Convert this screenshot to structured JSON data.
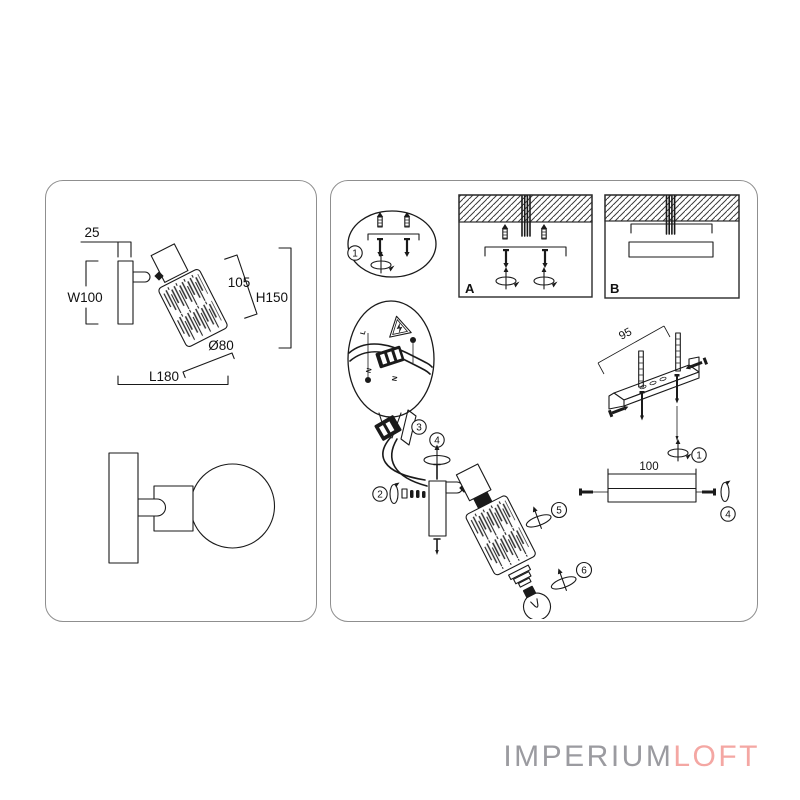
{
  "left_panel": {
    "dims": {
      "plate_offset": "25",
      "width": "W100",
      "shade_height": "105",
      "height": "H150",
      "diameter": "Ø80",
      "length": "L180"
    }
  },
  "right_panel": {
    "panel_a_label": "A",
    "panel_b_label": "B",
    "bracket_dim": "95",
    "plate_dim": "100",
    "steps": {
      "n1": "1",
      "n2": "2",
      "n3": "3",
      "n4": "4",
      "n5": "5",
      "n6": "6"
    },
    "wiring": {
      "live": "L",
      "neutral": "N",
      "neutral2": "N"
    }
  },
  "logo": {
    "part1": "IMPERIUM",
    "part2": "LOFT"
  },
  "colors": {
    "line": "#1a1a1a",
    "panel_border": "#8f8f8f",
    "logo_gray": "#9b9ba0",
    "logo_pink": "#f4a7a3"
  }
}
